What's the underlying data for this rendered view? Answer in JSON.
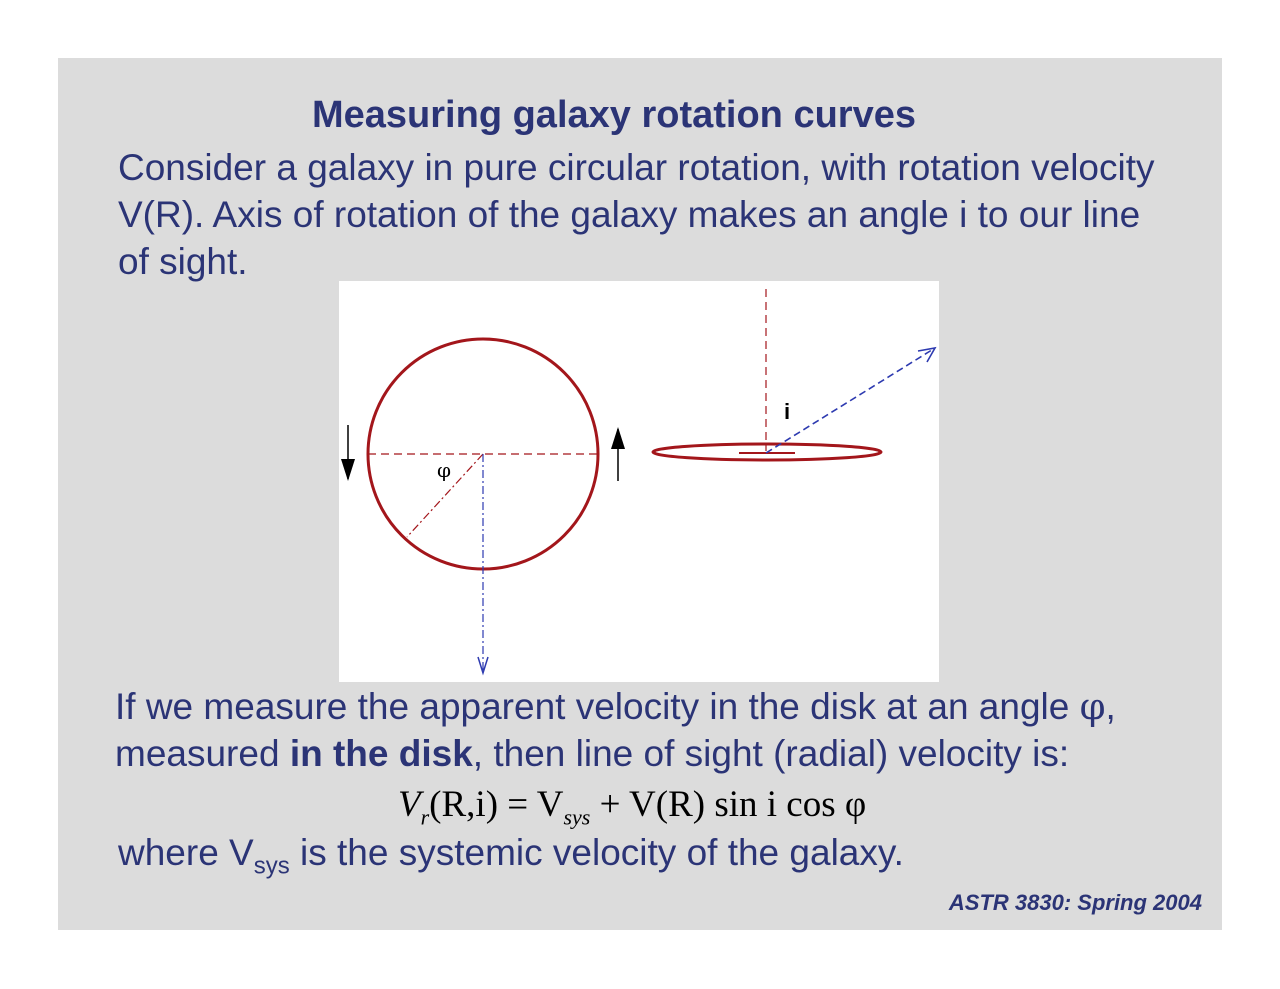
{
  "title": "Measuring galaxy rotation curves",
  "intro": "Consider a galaxy in pure circular rotation, with rotation velocity V(R). Axis of rotation of the galaxy makes an angle i to our line of sight.",
  "measure": {
    "before": "If we measure the apparent velocity in the disk at an angle ",
    "phi": "φ",
    "comma": ",",
    "measured": "measured ",
    "in_disk": "in the disk",
    "after": ", then line of sight (radial) velocity is:"
  },
  "equation": {
    "lhs_main": "V",
    "lhs_sub": "r",
    "lhs_args": "(R,i) = V",
    "sys_sub": "sys",
    "rhs": " + V(R) sin i cos φ"
  },
  "where": {
    "before": "where V",
    "sub": "sys",
    "after": " is the systemic velocity of the galaxy."
  },
  "figure": {
    "phi_label": "φ",
    "i_label": "i"
  },
  "footer": "ASTR 3830: Spring 2004",
  "colors": {
    "text": "#2b3476",
    "circle": "#a3161b",
    "line_of_sight": "#2d3ab0",
    "background": "#dcdcdc"
  }
}
